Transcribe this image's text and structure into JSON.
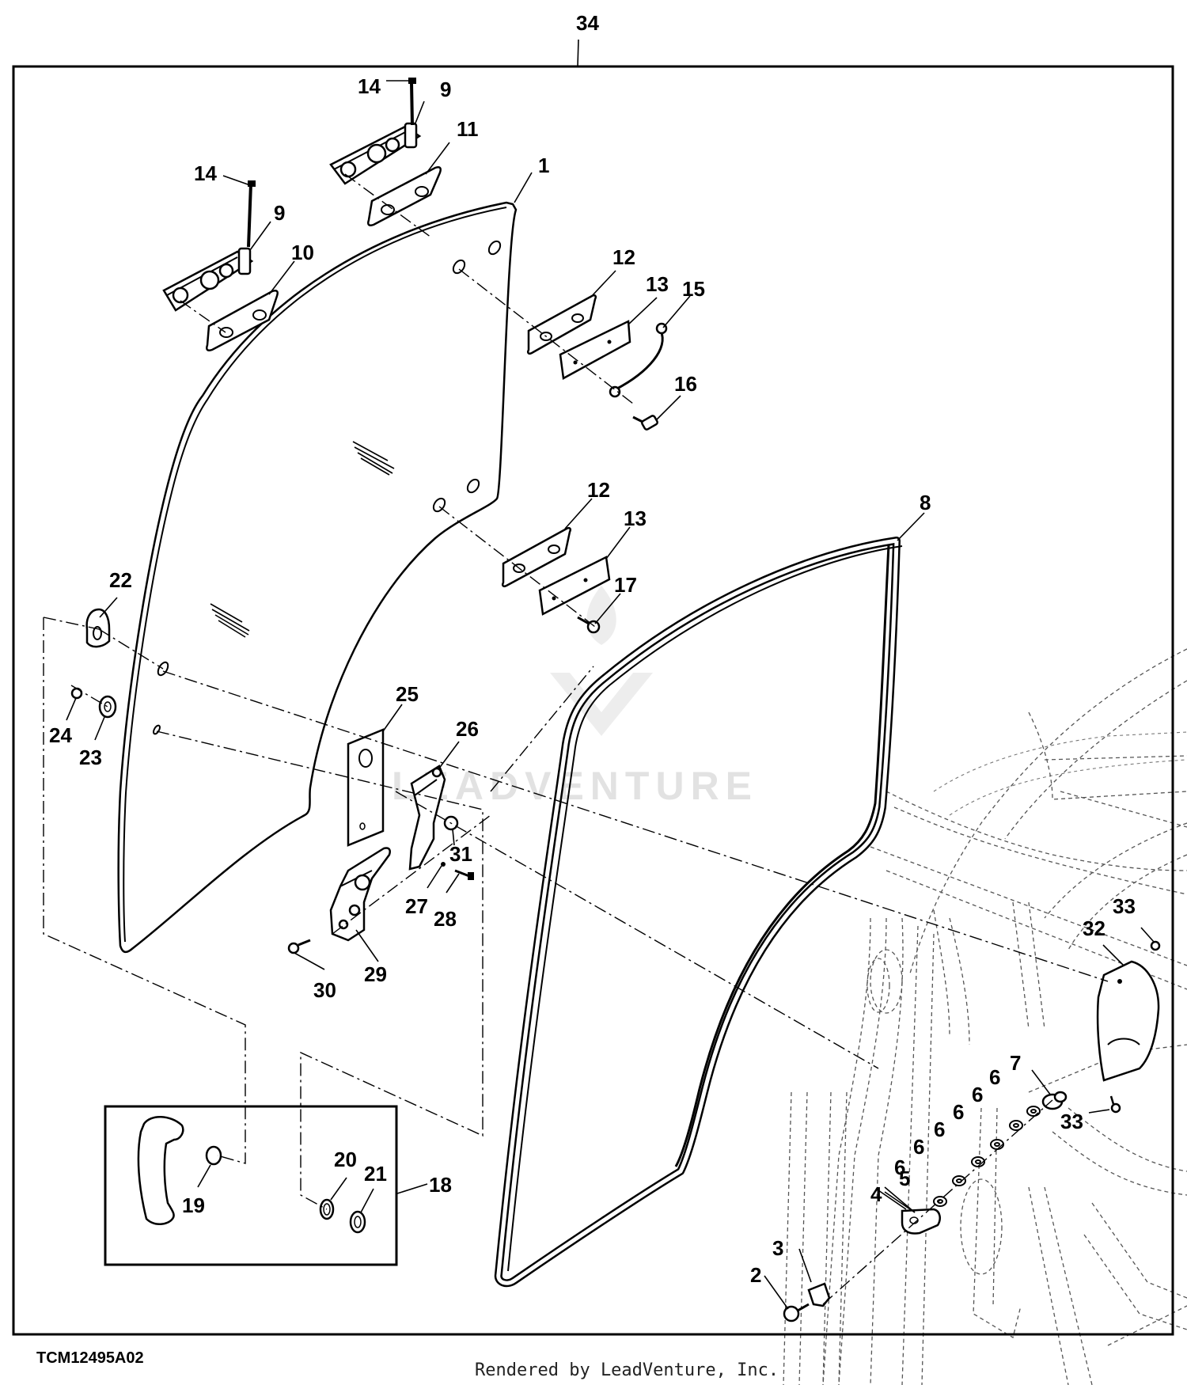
{
  "figure": {
    "id_label": "TCM12495A02",
    "credit": "Rendered by LeadVenture, Inc.",
    "watermark": "LEADVENTURE"
  },
  "callouts": [
    "34",
    "14",
    "9",
    "11",
    "1",
    "14",
    "9",
    "10",
    "12",
    "13",
    "15",
    "16",
    "12",
    "13",
    "8",
    "17",
    "22",
    "24",
    "23",
    "25",
    "26",
    "31",
    "27",
    "28",
    "29",
    "30",
    "33",
    "32",
    "7",
    "6",
    "6",
    "6",
    "6",
    "6",
    "6",
    "33",
    "5",
    "4",
    "3",
    "2",
    "20",
    "21",
    "18",
    "19"
  ]
}
